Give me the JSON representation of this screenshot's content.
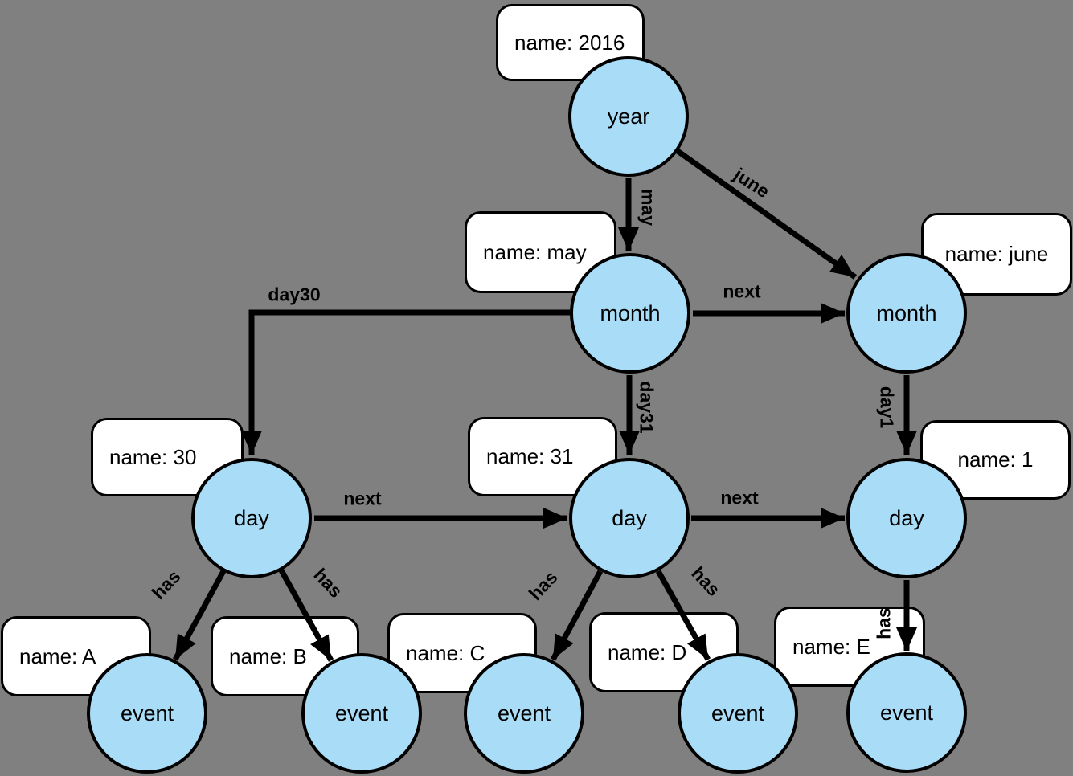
{
  "diagram": {
    "type": "graph",
    "description": "Time-tree graph: year 2016 has months may and june; may has days 30 and 31, june has day 1; days are chained with next and have events A-E",
    "colors": {
      "background": "#808080",
      "node_fill": "#A9DCF7",
      "node_stroke": "#000000",
      "box_fill": "#FFFFFF",
      "box_stroke": "#000000",
      "edge_color": "#000000",
      "label_color": "#000000"
    },
    "nodes": [
      {
        "id": "year",
        "label": "year"
      },
      {
        "id": "month-may",
        "label": "month"
      },
      {
        "id": "month-june",
        "label": "month"
      },
      {
        "id": "day-30",
        "label": "day"
      },
      {
        "id": "day-31",
        "label": "day"
      },
      {
        "id": "day-1",
        "label": "day"
      },
      {
        "id": "event-a",
        "label": "event"
      },
      {
        "id": "event-b",
        "label": "event"
      },
      {
        "id": "event-c",
        "label": "event"
      },
      {
        "id": "event-d",
        "label": "event"
      },
      {
        "id": "event-e",
        "label": "event"
      }
    ],
    "property_boxes": [
      {
        "for": "year",
        "text": "name: 2016"
      },
      {
        "for": "month-may",
        "text": "name: may"
      },
      {
        "for": "month-june",
        "text": "name: june"
      },
      {
        "for": "day-30",
        "text": "name: 30"
      },
      {
        "for": "day-31",
        "text": "name: 31"
      },
      {
        "for": "day-1",
        "text": "name: 1"
      },
      {
        "for": "event-a",
        "text": "name: A"
      },
      {
        "for": "event-b",
        "text": "name: B"
      },
      {
        "for": "event-c",
        "text": "name: C"
      },
      {
        "for": "event-d",
        "text": "name: D"
      },
      {
        "for": "event-e",
        "text": "name: E"
      }
    ],
    "edges": [
      {
        "from": "year",
        "to": "month-may",
        "label": "may"
      },
      {
        "from": "year",
        "to": "month-june",
        "label": "june"
      },
      {
        "from": "month-may",
        "to": "month-june",
        "label": "next"
      },
      {
        "from": "month-may",
        "to": "day-30",
        "label": "day30"
      },
      {
        "from": "month-may",
        "to": "day-31",
        "label": "day31"
      },
      {
        "from": "month-june",
        "to": "day-1",
        "label": "day1"
      },
      {
        "from": "day-30",
        "to": "day-31",
        "label": "next"
      },
      {
        "from": "day-31",
        "to": "day-1",
        "label": "next"
      },
      {
        "from": "day-30",
        "to": "event-a",
        "label": "has"
      },
      {
        "from": "day-30",
        "to": "event-b",
        "label": "has"
      },
      {
        "from": "day-31",
        "to": "event-c",
        "label": "has"
      },
      {
        "from": "day-31",
        "to": "event-d",
        "label": "has"
      },
      {
        "from": "day-1",
        "to": "event-e",
        "label": "has"
      }
    ]
  }
}
